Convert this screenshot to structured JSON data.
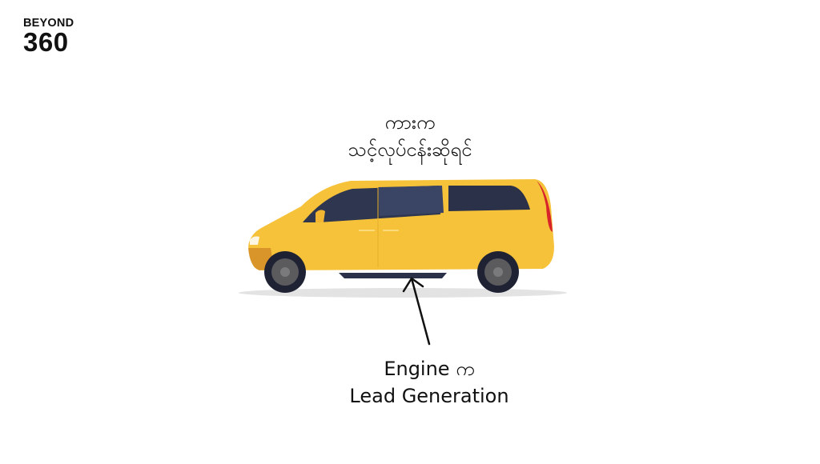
{
  "logo": {
    "line1": "BEYOND",
    "line2": "360"
  },
  "title": {
    "line1": "ကားက",
    "line2": "သင့်လုပ်ငန်းဆိုရင်"
  },
  "caption": {
    "line1": "Engine က",
    "line2": "Lead Generation"
  },
  "illustration": {
    "subject": "yellow-minivan",
    "body_color": "#F6C23A",
    "window_color": "#2E3650",
    "tail_light_color": "#D8232A",
    "pointer": "arrow-pointing-to-undercarriage"
  }
}
